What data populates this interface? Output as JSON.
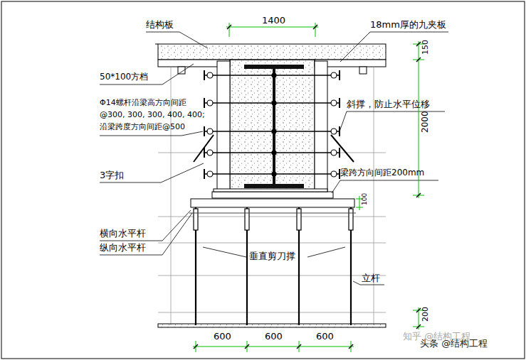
{
  "diagram": {
    "labels": [
      "1400",
      "结构板",
      "18mm厚的九夹板",
      "150",
      "50*100方档",
      "Φ14螺杆沿梁高方向间距",
      "@300, 300, 300, 400, 400;",
      "沿梁跨度方向间距@500",
      "斜撑，防止水平位移",
      "2000",
      "3字扣",
      "梁跨方向间距200mm",
      "100",
      "横向水平杆",
      "纵向水平杆",
      "垂直剪刀撑",
      "立杆",
      "200",
      "600",
      "600",
      "600",
      "知乎 @结构工程",
      "头条 @结构工程"
    ]
  }
}
